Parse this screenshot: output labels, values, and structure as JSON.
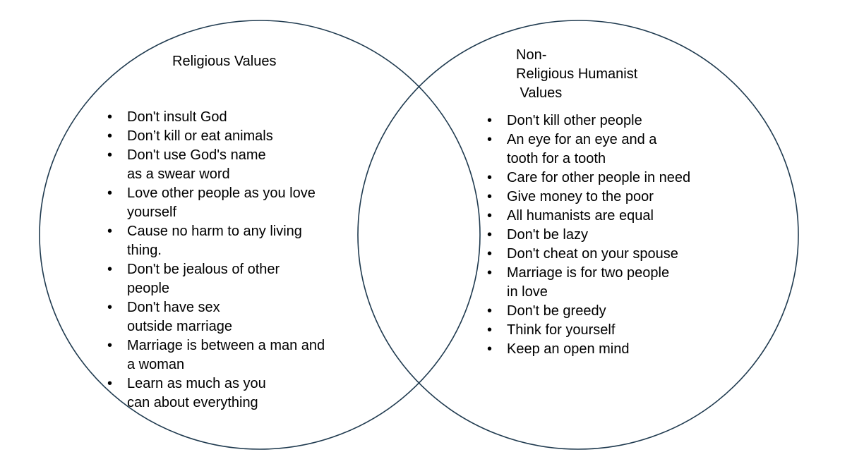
{
  "left_set": {
    "title": "Religious Values",
    "items": [
      [
        "Don't insult God"
      ],
      [
        "Don’t kill or eat animals"
      ],
      [
        "Don't use God's name",
        "as a swear word"
      ],
      [
        "Love other people as you love",
        "yourself"
      ],
      [
        "Cause no harm to any living",
        "thing."
      ],
      [
        "Don't be jealous of other",
        "people"
      ],
      [
        "Don't have sex",
        "outside marriage"
      ],
      [
        "Marriage is between a man and",
        "a woman"
      ],
      [
        "Learn as much as you",
        "can about everything"
      ]
    ]
  },
  "right_set": {
    "title_lines": [
      "Non-",
      "Religious Humanist",
      " Values"
    ],
    "items": [
      [
        "Don't kill other people"
      ],
      [
        "An eye for an eye and a",
        "tooth for a tooth"
      ],
      [
        "Care for other people in need"
      ],
      [
        "Give money to the poor"
      ],
      [
        "All humanists are equal"
      ],
      [
        "Don't be lazy"
      ],
      [
        "Don't cheat on your spouse"
      ],
      [
        "Marriage is for two people",
        "in love"
      ],
      [
        "Don't be greedy"
      ],
      [
        "Think for yourself"
      ],
      [
        "Keep an open mind"
      ]
    ]
  },
  "colors": {
    "circle_stroke": "#1f3a4f",
    "text": "#000000"
  }
}
